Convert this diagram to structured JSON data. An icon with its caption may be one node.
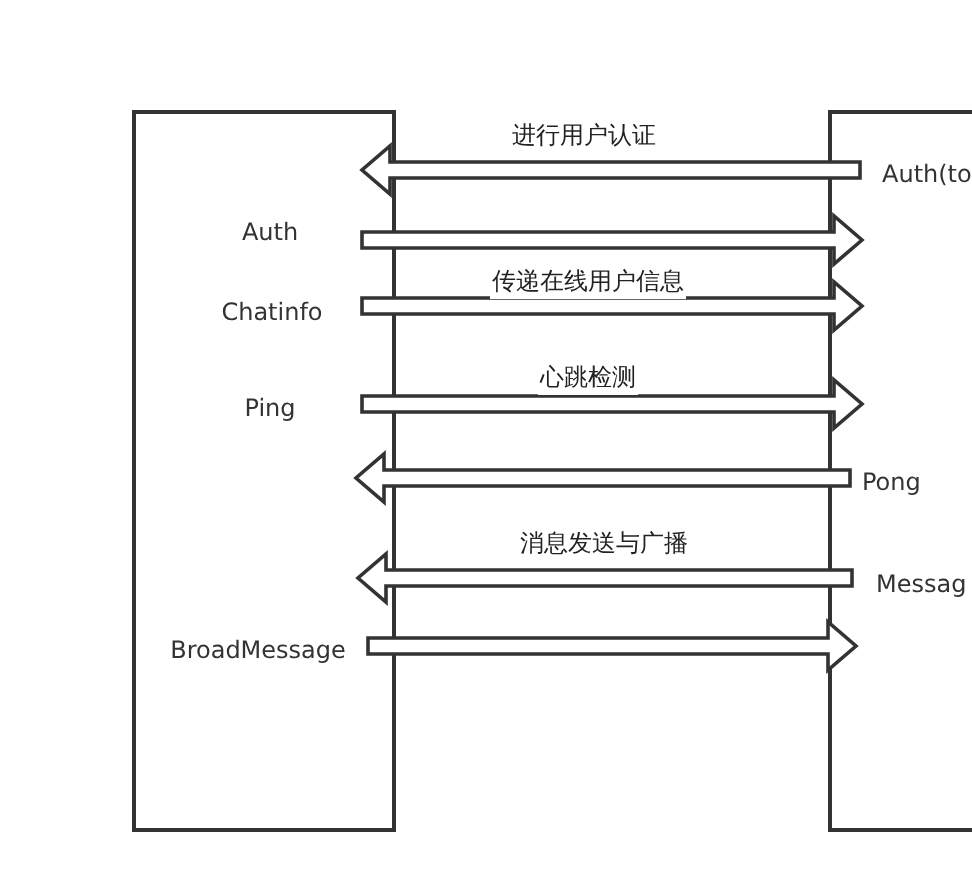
{
  "diagram": {
    "nodes": [
      {
        "text": [
          "Auth",
          "Chatinfo",
          "Ping",
          "BroadMessage"
        ]
      },
      {
        "text": [
          "Auth(to",
          "Pong",
          "Messag"
        ]
      }
    ],
    "edges": [
      {
        "from": 1,
        "to": 0,
        "arrow": "to",
        "label": "进行用户认证"
      },
      {
        "from": 0,
        "to": 1,
        "arrow": "to"
      },
      {
        "from": 0,
        "to": 1,
        "arrow": "to",
        "label": "传递在线用户信息"
      },
      {
        "from": 0,
        "to": 1,
        "arrow": "to",
        "label": "心跳检测"
      },
      {
        "from": 1,
        "to": 0,
        "arrow": "to"
      },
      {
        "from": 1,
        "to": 0,
        "arrow": "to",
        "label": "消息发送与广播"
      },
      {
        "from": 0,
        "to": 1,
        "arrow": "to"
      }
    ]
  }
}
